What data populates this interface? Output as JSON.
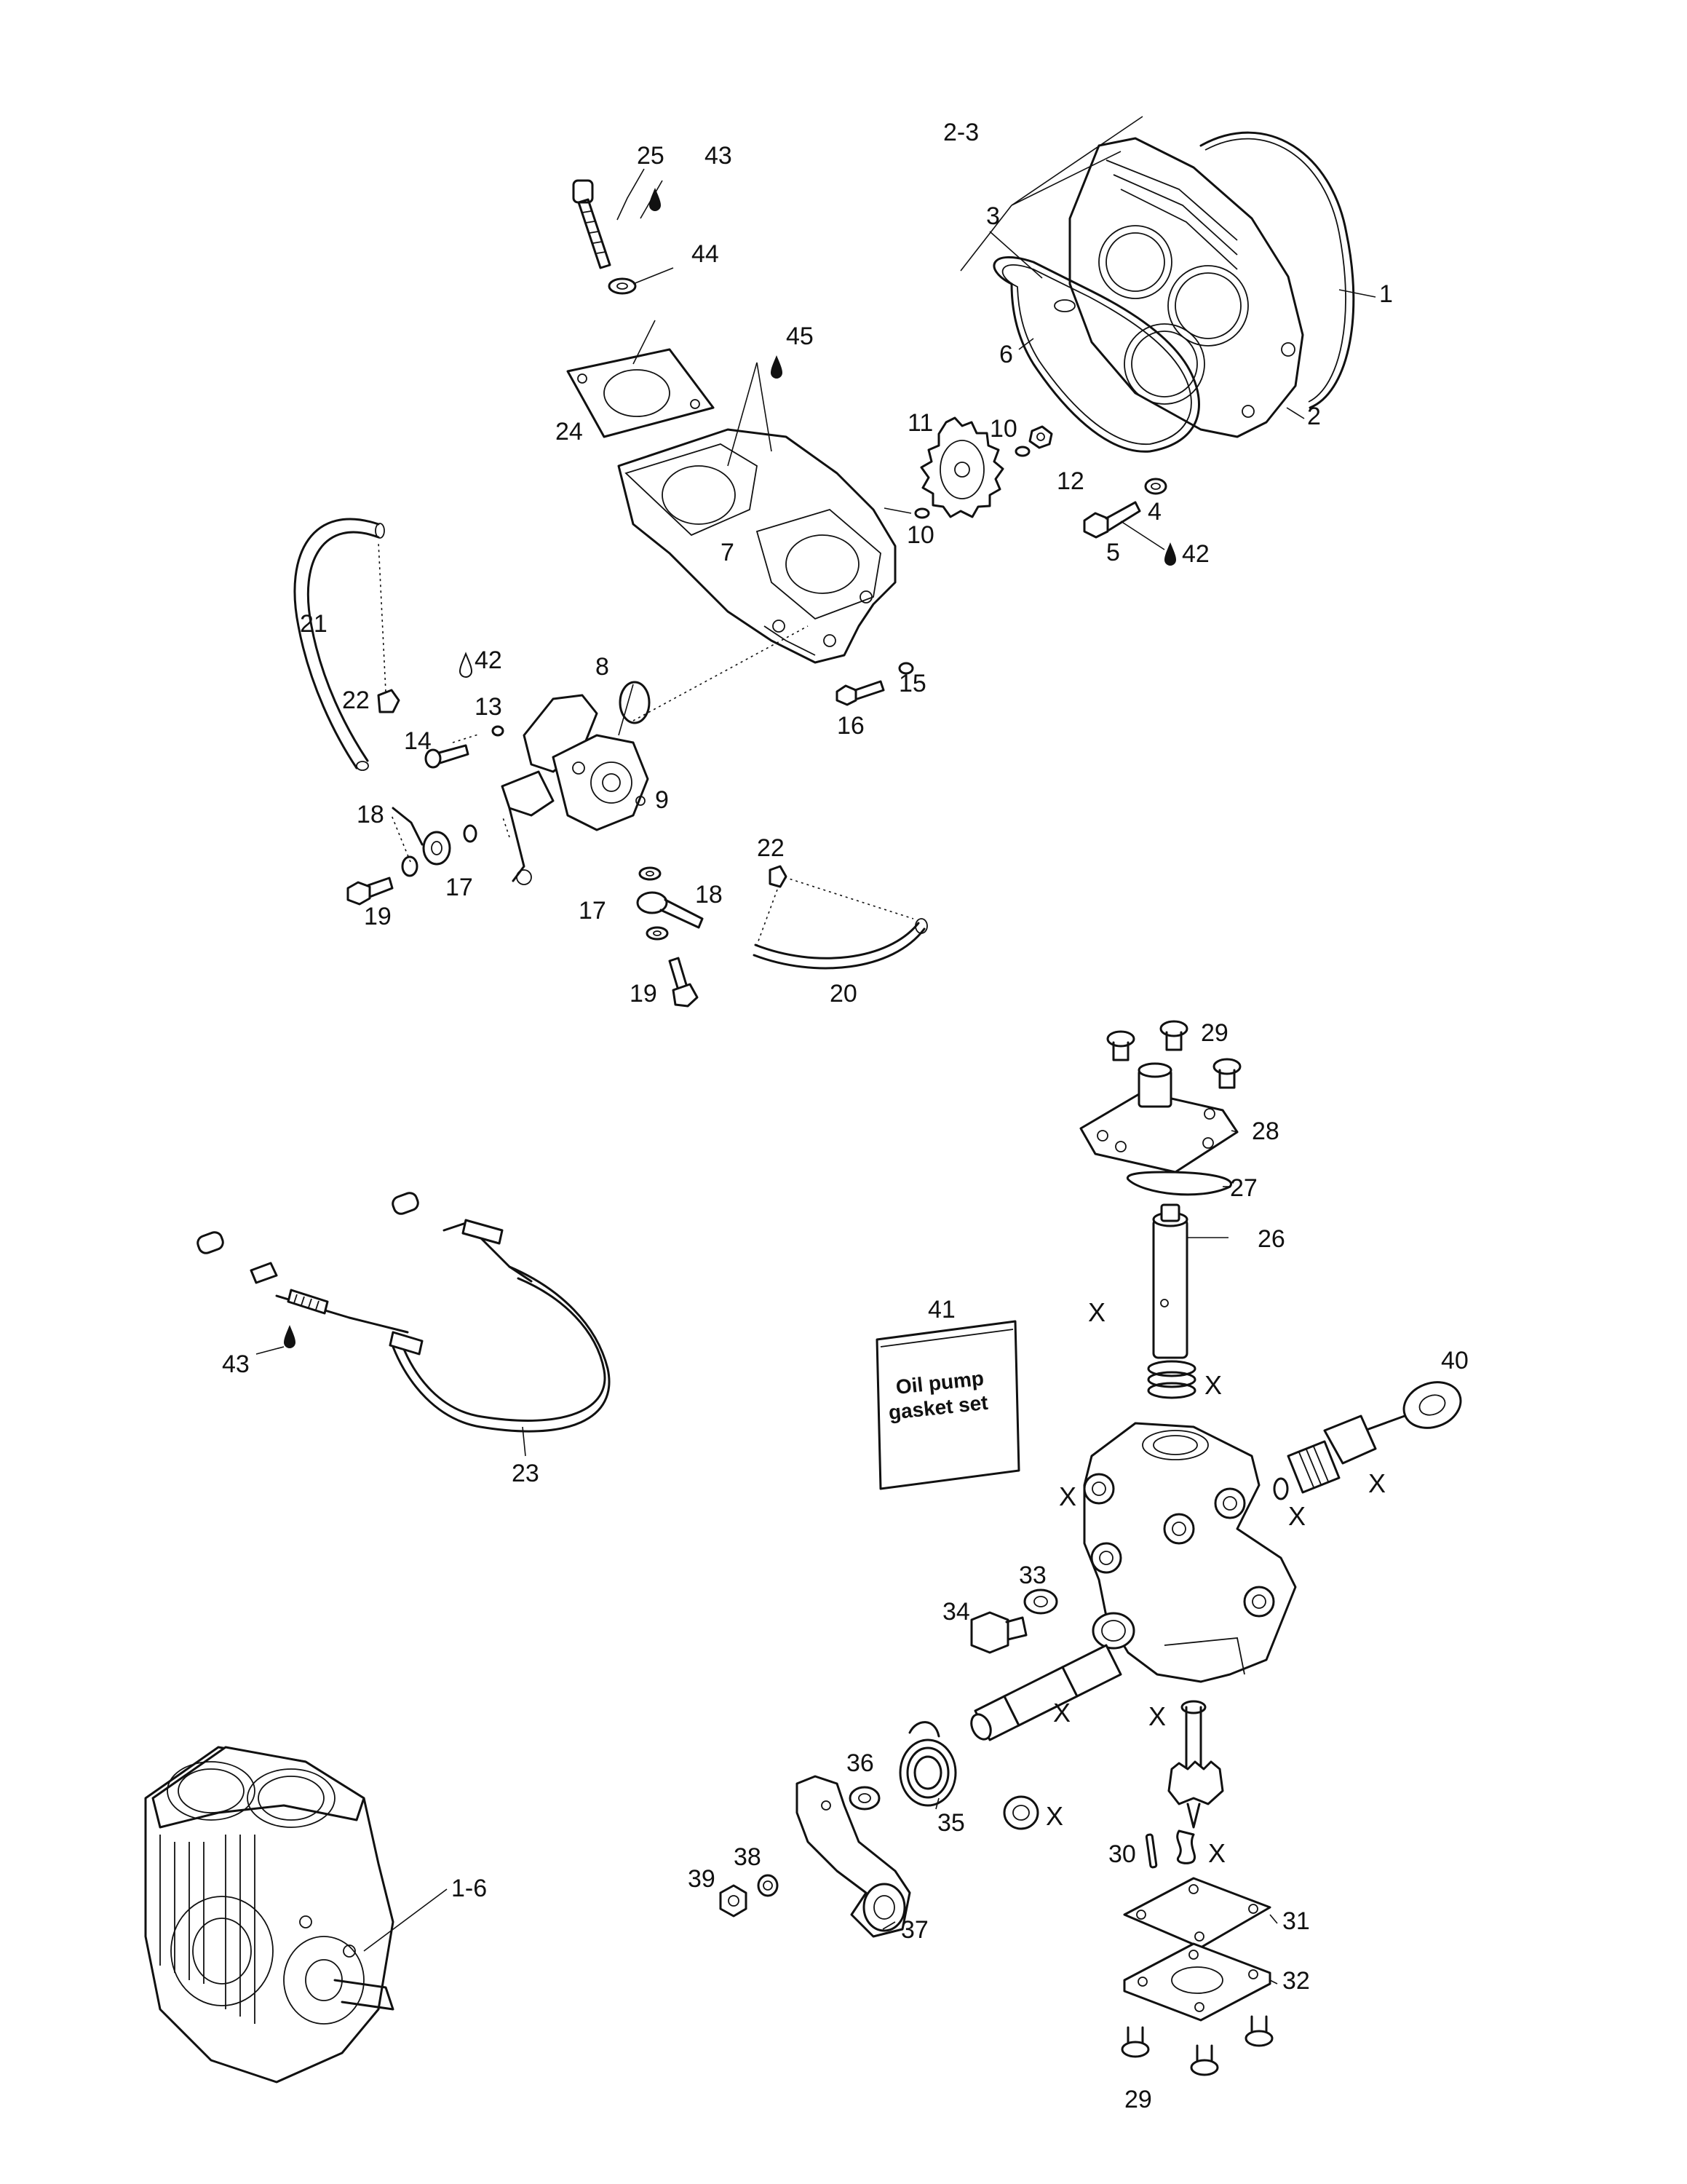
{
  "callouts": {
    "c1": "1",
    "c2": "2",
    "c2_3": "2-3",
    "c3": "3",
    "c4": "4",
    "c5": "5",
    "c6": "6",
    "c7": "7",
    "c8": "8",
    "c9": "9",
    "c10a": "10",
    "c10b": "10",
    "c11": "11",
    "c12": "12",
    "c13": "13",
    "c14": "14",
    "c15": "15",
    "c16": "16",
    "c17a": "17",
    "c17b": "17",
    "c18a": "18",
    "c18b": "18",
    "c19a": "19",
    "c19b": "19",
    "c20": "20",
    "c21": "21",
    "c22a": "22",
    "c22b": "22",
    "c23": "23",
    "c24": "24",
    "c25": "25",
    "c26": "26",
    "c27": "27",
    "c28": "28",
    "c29a": "29",
    "c29b": "29",
    "c30": "30",
    "c31": "31",
    "c32": "32",
    "c33": "33",
    "c34": "34",
    "c35": "35",
    "c36": "36",
    "c37": "37",
    "c38": "38",
    "c39": "39",
    "c40": "40",
    "c41": "41",
    "c42a": "42",
    "c42b": "42",
    "c43a": "43",
    "c43b": "43",
    "c44": "44",
    "c45": "45",
    "c1_6": "1-6"
  },
  "x_marks": {
    "x1": "X",
    "x2": "X",
    "x3": "X",
    "x4": "X",
    "x5": "X",
    "x6": "X",
    "x7": "X",
    "x8": "X",
    "x9": "X"
  },
  "gasket_bag": {
    "line1": "Oil pump",
    "line2": "gasket set"
  },
  "colors": {
    "ink": "#111111",
    "paper": "#ffffff"
  },
  "icons": {
    "lubricant_drop": "solid-drop-icon",
    "lubricant_drop_open": "outline-drop-icon"
  }
}
